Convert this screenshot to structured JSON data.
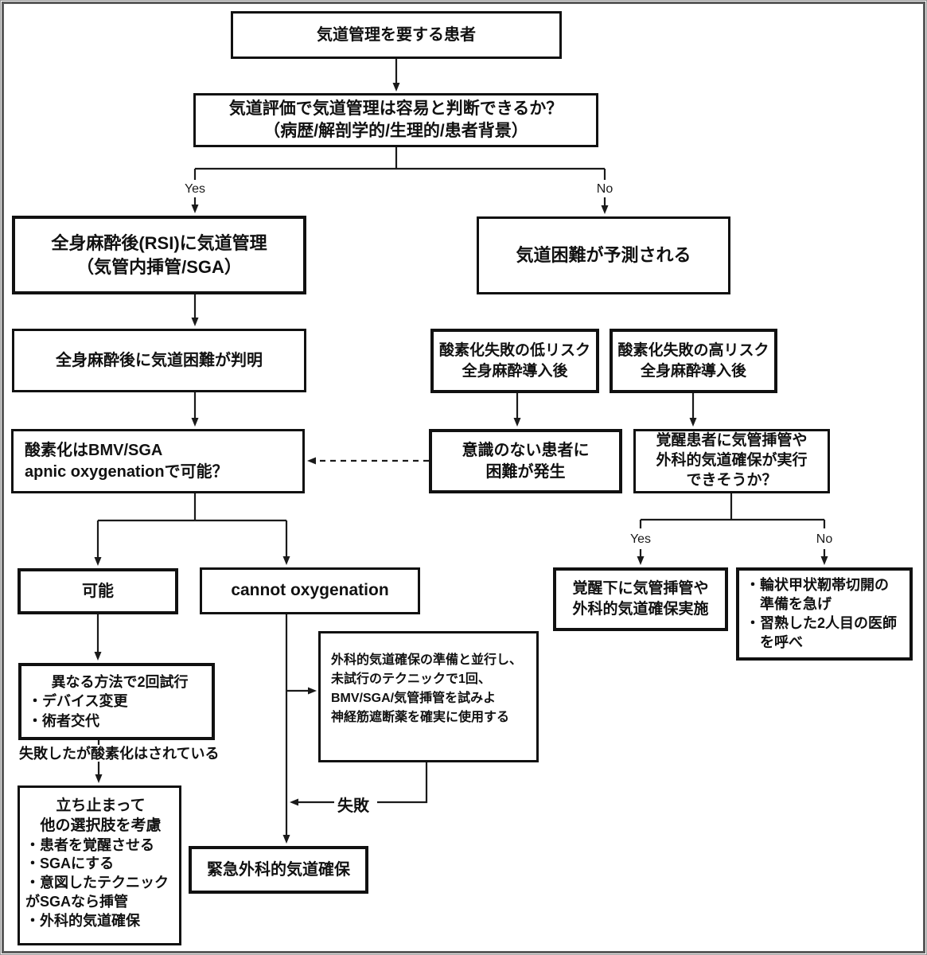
{
  "diagram_type": "flowchart",
  "colors": {
    "background": "#ffffff",
    "box_border": "#111111",
    "connector": "#1a1a1a",
    "page_border": "#5a5a5a",
    "text": "#111111"
  },
  "nodes": {
    "start": {
      "lines": [
        "気道管理を要する患者"
      ]
    },
    "assessment": {
      "lines": [
        "気道評価で気道管理は容易と判断できるか？",
        "（病歴/解剖学的/生理的/患者背景）"
      ]
    },
    "rsi_management": {
      "lines": [
        "全身麻酔後(RSI)に気道管理",
        "（気管内挿管/SGA）"
      ]
    },
    "difficulty_found": {
      "lines": [
        "全身麻酔後に気道困難が判明"
      ]
    },
    "difficulty_predicted": {
      "lines": [
        "気道困難が予測される"
      ]
    },
    "low_risk": {
      "lines": [
        "酸素化失敗の低リスク",
        "全身麻酔導入後"
      ]
    },
    "high_risk": {
      "lines": [
        "酸素化失敗の高リスク",
        "全身麻酔導入後"
      ]
    },
    "oxygenation_question": {
      "lines": [
        "酸素化はBMV/SGA",
        "apnic oxygenationで可能？"
      ]
    },
    "unconscious_difficulty": {
      "lines": [
        "意識のない患者に",
        "困難が発生"
      ]
    },
    "awake_feasible_question": {
      "lines": [
        "覚醒患者に気管挿管や",
        "外科的気道確保が実行",
        "できそうか？"
      ]
    },
    "awake_performed": {
      "lines": [
        "覚醒下に気管挿管や",
        "外科的気道確保実施"
      ]
    },
    "prepare_cricothyrotomy": {
      "lines": [
        "・輪状甲状靭帯切開の",
        "　準備を急げ",
        "・習熟した2人目の医師",
        "　を呼べ"
      ]
    },
    "possible": {
      "lines": [
        "可能"
      ]
    },
    "cannot_oxygenation": {
      "lines": [
        "cannot oxygenation"
      ]
    },
    "two_attempts": {
      "heading": "異なる方法で2回試行",
      "bullets": [
        "・デバイス変更",
        "・術者交代"
      ]
    },
    "stop_consider": {
      "heading_lines": [
        "立ち止まって",
        "他の選択肢を考慮"
      ],
      "bullets": [
        "・患者を覚醒させる",
        "・SGAにする",
        "・意図したテクニック",
        "がSGAなら挿管",
        "・外科的気道確保"
      ]
    },
    "emergency_surgical": {
      "lines": [
        "緊急外科的気道確保"
      ]
    },
    "parallel_attempt": {
      "lines": [
        "外科的気道確保の準備と並行し、",
        "未試行のテクニックで1回、",
        "BMV/SGA/気管挿管を試みよ",
        "神経筋遮断薬を確実に使用する"
      ]
    }
  },
  "labels": {
    "yes_top": "Yes",
    "no_top": "No",
    "yes_awake": "Yes",
    "no_awake": "No",
    "failed_but_oxygenated": "失敗したが酸素化はされている",
    "failure": "失敗"
  }
}
